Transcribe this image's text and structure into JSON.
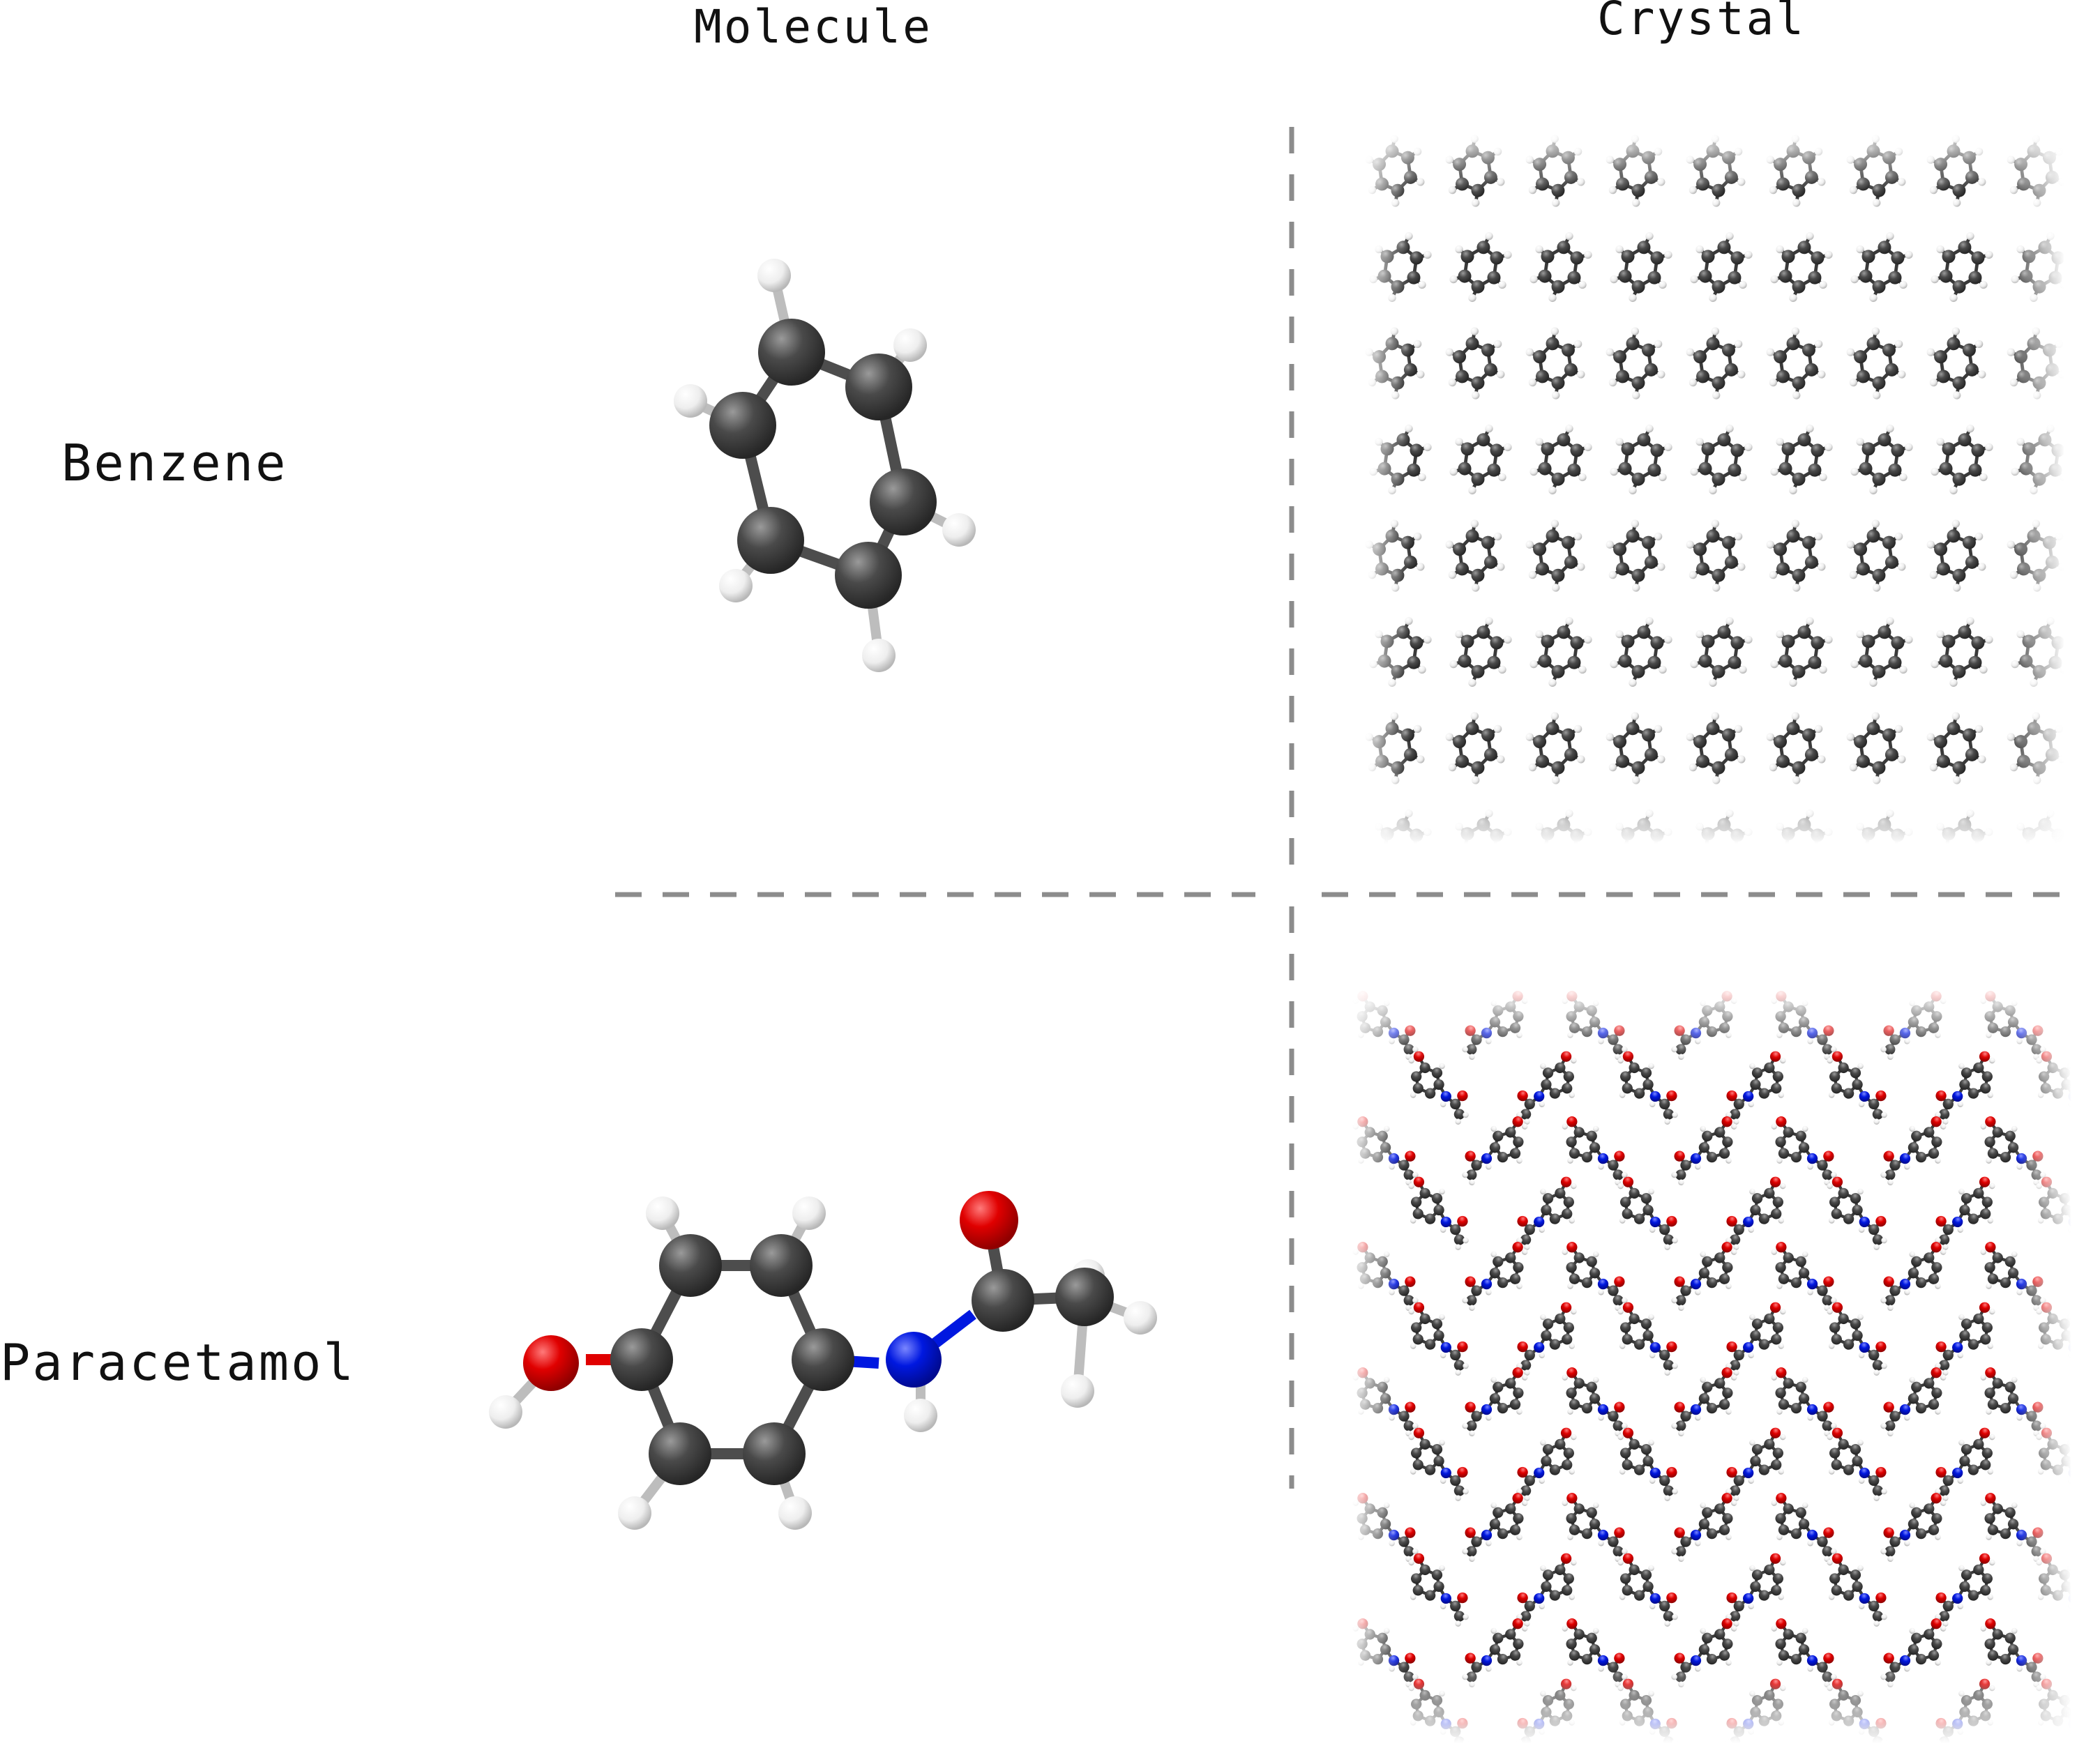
{
  "column_headers": {
    "molecule": "Molecule",
    "crystal": "Crystal"
  },
  "row_labels": {
    "benzene": "Benzene",
    "paracetamol": "Paracetamol"
  },
  "colors": {
    "carbon": "#4a4a4a",
    "hydrogen": "#f2f2f2",
    "oxygen": "#e00000",
    "nitrogen": "#0018e0",
    "bond": "#4d4d4d",
    "divider": "#8c8c8c"
  }
}
